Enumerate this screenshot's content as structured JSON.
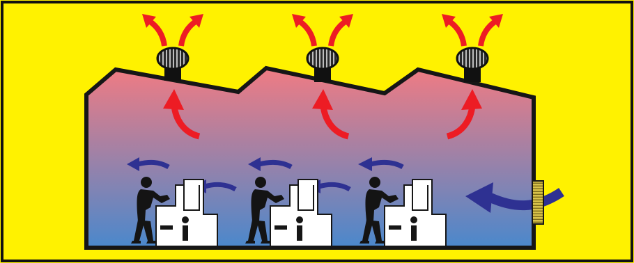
{
  "colors": {
    "background": "#FFF200",
    "frame": "#111111",
    "outline": "#161616",
    "hot_air": "#ED1C24",
    "cool_air": "#2E3192",
    "room_top": "#F07B83",
    "room_bottom": "#4A88CC",
    "machine": "#FFFFFF",
    "worker": "#141414",
    "vent_grille": "#D8C24A"
  },
  "diagram": {
    "type": "factory-ventilation",
    "roof_ventilators": 3,
    "workstations": 3,
    "icons": [
      "turbine-ventilator-icon",
      "worker-icon",
      "machine-icon",
      "wall-vent-icon",
      "hot-air-arrow-icon",
      "cool-air-arrow-icon"
    ]
  }
}
